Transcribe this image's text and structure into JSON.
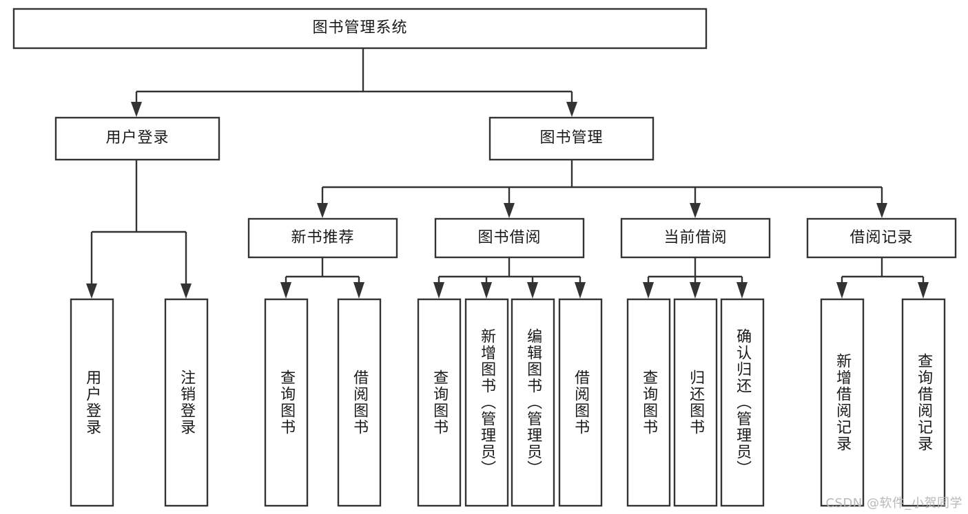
{
  "diagram": {
    "title": "图书管理系统",
    "type": "hierarchy-tree",
    "watermark": "CSDN @软件_小贺同学",
    "colors": {
      "stroke": "#333333",
      "fill": "#ffffff",
      "text": "#1a1a1a",
      "watermark": "#b8b8b8"
    },
    "levels": {
      "root": {
        "label": "图书管理系统"
      },
      "level2": [
        {
          "id": "user-login",
          "label": "用户登录"
        },
        {
          "id": "book-management",
          "label": "图书管理"
        }
      ],
      "level3": [
        {
          "id": "new-book-recommend",
          "label": "新书推荐",
          "parent": "book-management"
        },
        {
          "id": "book-borrow",
          "label": "图书借阅",
          "parent": "book-management"
        },
        {
          "id": "current-borrow",
          "label": "当前借阅",
          "parent": "book-management"
        },
        {
          "id": "borrow-record",
          "label": "借阅记录",
          "parent": "book-management"
        }
      ],
      "leaves": [
        {
          "id": "leaf-user-login",
          "label": "用户登录",
          "parent": "user-login"
        },
        {
          "id": "leaf-logout",
          "label": "注销登录",
          "parent": "user-login"
        },
        {
          "id": "leaf-query-book-1",
          "label": "查询图书",
          "parent": "new-book-recommend"
        },
        {
          "id": "leaf-borrow-book-1",
          "label": "借阅图书",
          "parent": "new-book-recommend"
        },
        {
          "id": "leaf-query-book-2",
          "label": "查询图书",
          "parent": "book-borrow"
        },
        {
          "id": "leaf-add-book",
          "label": "新增图书（管理员）",
          "parent": "book-borrow"
        },
        {
          "id": "leaf-edit-book",
          "label": "编辑图书（管理员）",
          "parent": "book-borrow"
        },
        {
          "id": "leaf-borrow-book-2",
          "label": "借阅图书",
          "parent": "book-borrow"
        },
        {
          "id": "leaf-query-book-3",
          "label": "查询图书",
          "parent": "current-borrow"
        },
        {
          "id": "leaf-return-book",
          "label": "归还图书",
          "parent": "current-borrow"
        },
        {
          "id": "leaf-confirm-return",
          "label": "确认归还（管理员）",
          "parent": "current-borrow"
        },
        {
          "id": "leaf-add-record",
          "label": "新增借阅记录",
          "parent": "borrow-record"
        },
        {
          "id": "leaf-query-record",
          "label": "查询借阅记录",
          "parent": "borrow-record"
        }
      ]
    }
  }
}
